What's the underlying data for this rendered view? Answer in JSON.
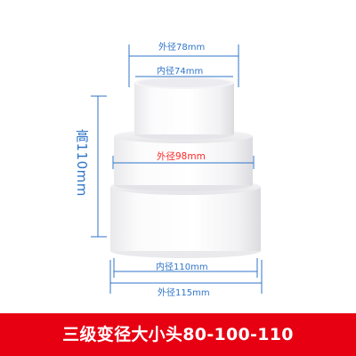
{
  "product": {
    "outer_diameter_top": "外径78mm",
    "inner_diameter_top": "内径74mm",
    "outer_diameter_middle": "外径98mm",
    "height": "高110mm",
    "inner_diameter_bottom": "内径110mm",
    "outer_diameter_bottom": "外径115mm"
  },
  "banner": {
    "title": "三级变径大小头80-100-110",
    "background_color": "#e60012"
  },
  "colors": {
    "dimension_blue": "#2f74c8",
    "dimension_red": "#ff2a2a"
  }
}
